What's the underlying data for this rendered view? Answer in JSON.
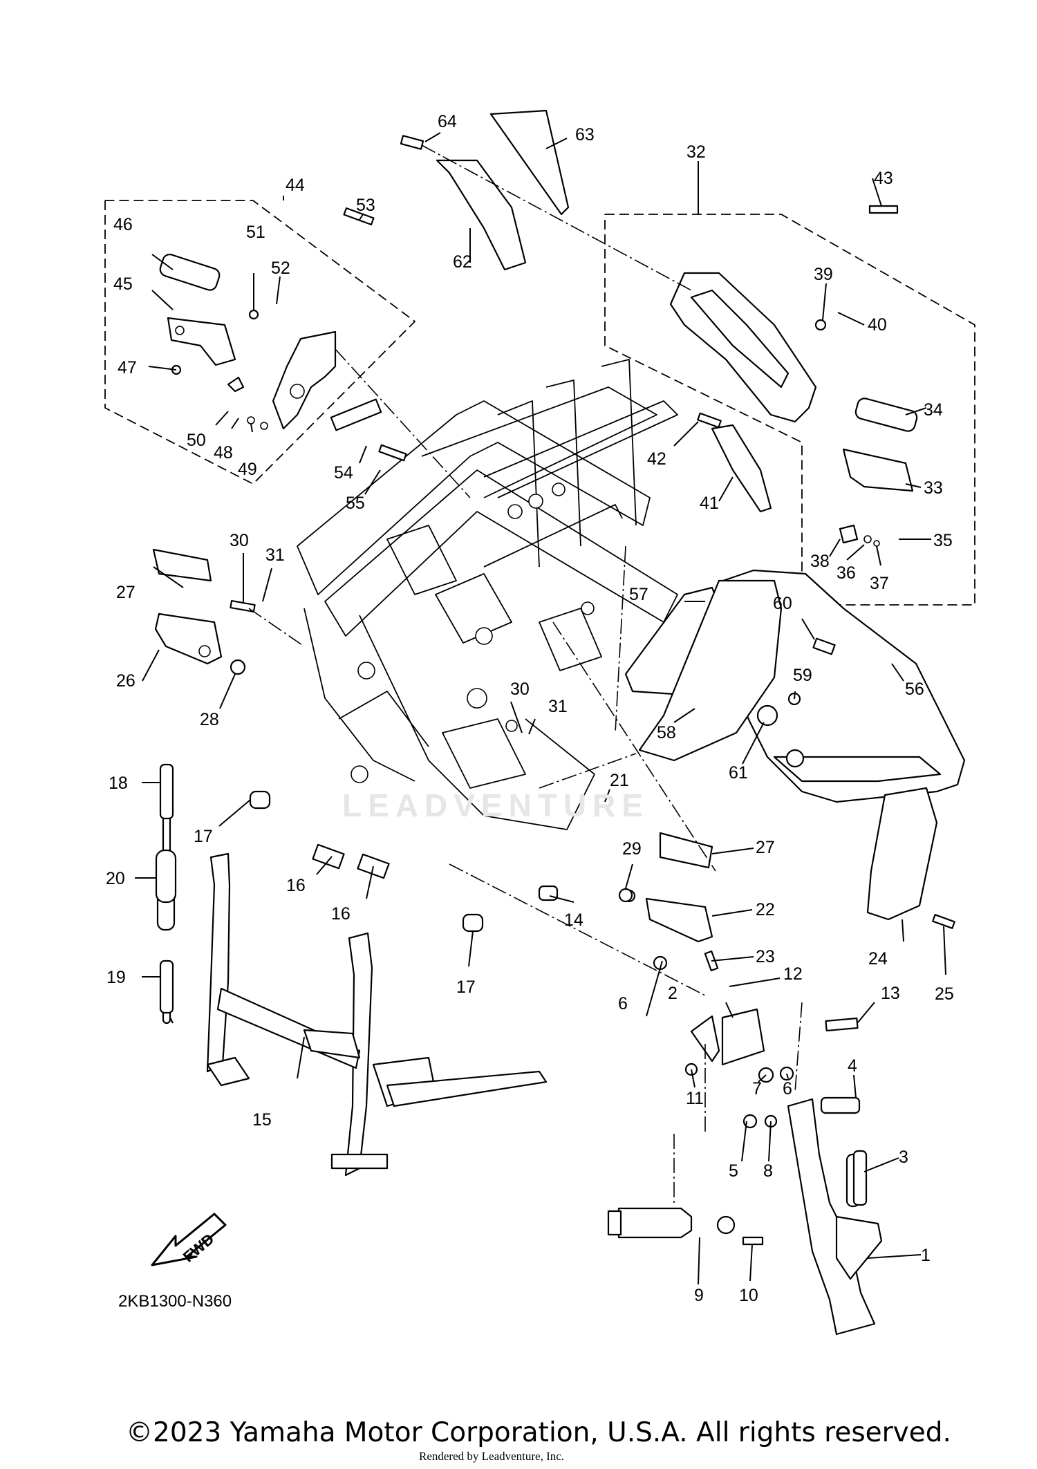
{
  "diagram_code": "2KB1300-N360",
  "copyright": "©2023 Yamaha Motor Corporation, U.S.A. All rights reserved.",
  "rendered_by": "Rendered by Leadventure, Inc.",
  "watermark": "LEADVENTURE",
  "fwd_label": "FWD",
  "callouts": [
    {
      "id": "c1",
      "label": "1"
    },
    {
      "id": "c2",
      "label": "2"
    },
    {
      "id": "c3",
      "label": "3"
    },
    {
      "id": "c4",
      "label": "4"
    },
    {
      "id": "c5",
      "label": "5"
    },
    {
      "id": "c6a",
      "label": "6"
    },
    {
      "id": "c6b",
      "label": "6"
    },
    {
      "id": "c7",
      "label": "7"
    },
    {
      "id": "c8",
      "label": "8"
    },
    {
      "id": "c9",
      "label": "9"
    },
    {
      "id": "c10",
      "label": "10"
    },
    {
      "id": "c11",
      "label": "11"
    },
    {
      "id": "c12",
      "label": "12"
    },
    {
      "id": "c13",
      "label": "13"
    },
    {
      "id": "c14",
      "label": "14"
    },
    {
      "id": "c15",
      "label": "15"
    },
    {
      "id": "c16a",
      "label": "16"
    },
    {
      "id": "c16b",
      "label": "16"
    },
    {
      "id": "c17a",
      "label": "17"
    },
    {
      "id": "c17b",
      "label": "17"
    },
    {
      "id": "c18",
      "label": "18"
    },
    {
      "id": "c19",
      "label": "19"
    },
    {
      "id": "c20",
      "label": "20"
    },
    {
      "id": "c21",
      "label": "21"
    },
    {
      "id": "c22",
      "label": "22"
    },
    {
      "id": "c23",
      "label": "23"
    },
    {
      "id": "c24",
      "label": "24"
    },
    {
      "id": "c25",
      "label": "25"
    },
    {
      "id": "c26",
      "label": "26"
    },
    {
      "id": "c27a",
      "label": "27"
    },
    {
      "id": "c27b",
      "label": "27"
    },
    {
      "id": "c28",
      "label": "28"
    },
    {
      "id": "c29",
      "label": "29"
    },
    {
      "id": "c30a",
      "label": "30"
    },
    {
      "id": "c30b",
      "label": "30"
    },
    {
      "id": "c31a",
      "label": "31"
    },
    {
      "id": "c31b",
      "label": "31"
    },
    {
      "id": "c32",
      "label": "32"
    },
    {
      "id": "c33",
      "label": "33"
    },
    {
      "id": "c34",
      "label": "34"
    },
    {
      "id": "c35",
      "label": "35"
    },
    {
      "id": "c36",
      "label": "36"
    },
    {
      "id": "c37",
      "label": "37"
    },
    {
      "id": "c38",
      "label": "38"
    },
    {
      "id": "c39",
      "label": "39"
    },
    {
      "id": "c40",
      "label": "40"
    },
    {
      "id": "c41",
      "label": "41"
    },
    {
      "id": "c42",
      "label": "42"
    },
    {
      "id": "c43",
      "label": "43"
    },
    {
      "id": "c44",
      "label": "44"
    },
    {
      "id": "c45",
      "label": "45"
    },
    {
      "id": "c46",
      "label": "46"
    },
    {
      "id": "c47",
      "label": "47"
    },
    {
      "id": "c48",
      "label": "48"
    },
    {
      "id": "c49",
      "label": "49"
    },
    {
      "id": "c50",
      "label": "50"
    },
    {
      "id": "c51",
      "label": "51"
    },
    {
      "id": "c52",
      "label": "52"
    },
    {
      "id": "c53",
      "label": "53"
    },
    {
      "id": "c54",
      "label": "54"
    },
    {
      "id": "c55",
      "label": "55"
    },
    {
      "id": "c56",
      "label": "56"
    },
    {
      "id": "c57",
      "label": "57"
    },
    {
      "id": "c58",
      "label": "58"
    },
    {
      "id": "c59",
      "label": "59"
    },
    {
      "id": "c60",
      "label": "60"
    },
    {
      "id": "c61",
      "label": "61"
    },
    {
      "id": "c62",
      "label": "62"
    },
    {
      "id": "c63",
      "label": "63"
    },
    {
      "id": "c64",
      "label": "64"
    }
  ]
}
